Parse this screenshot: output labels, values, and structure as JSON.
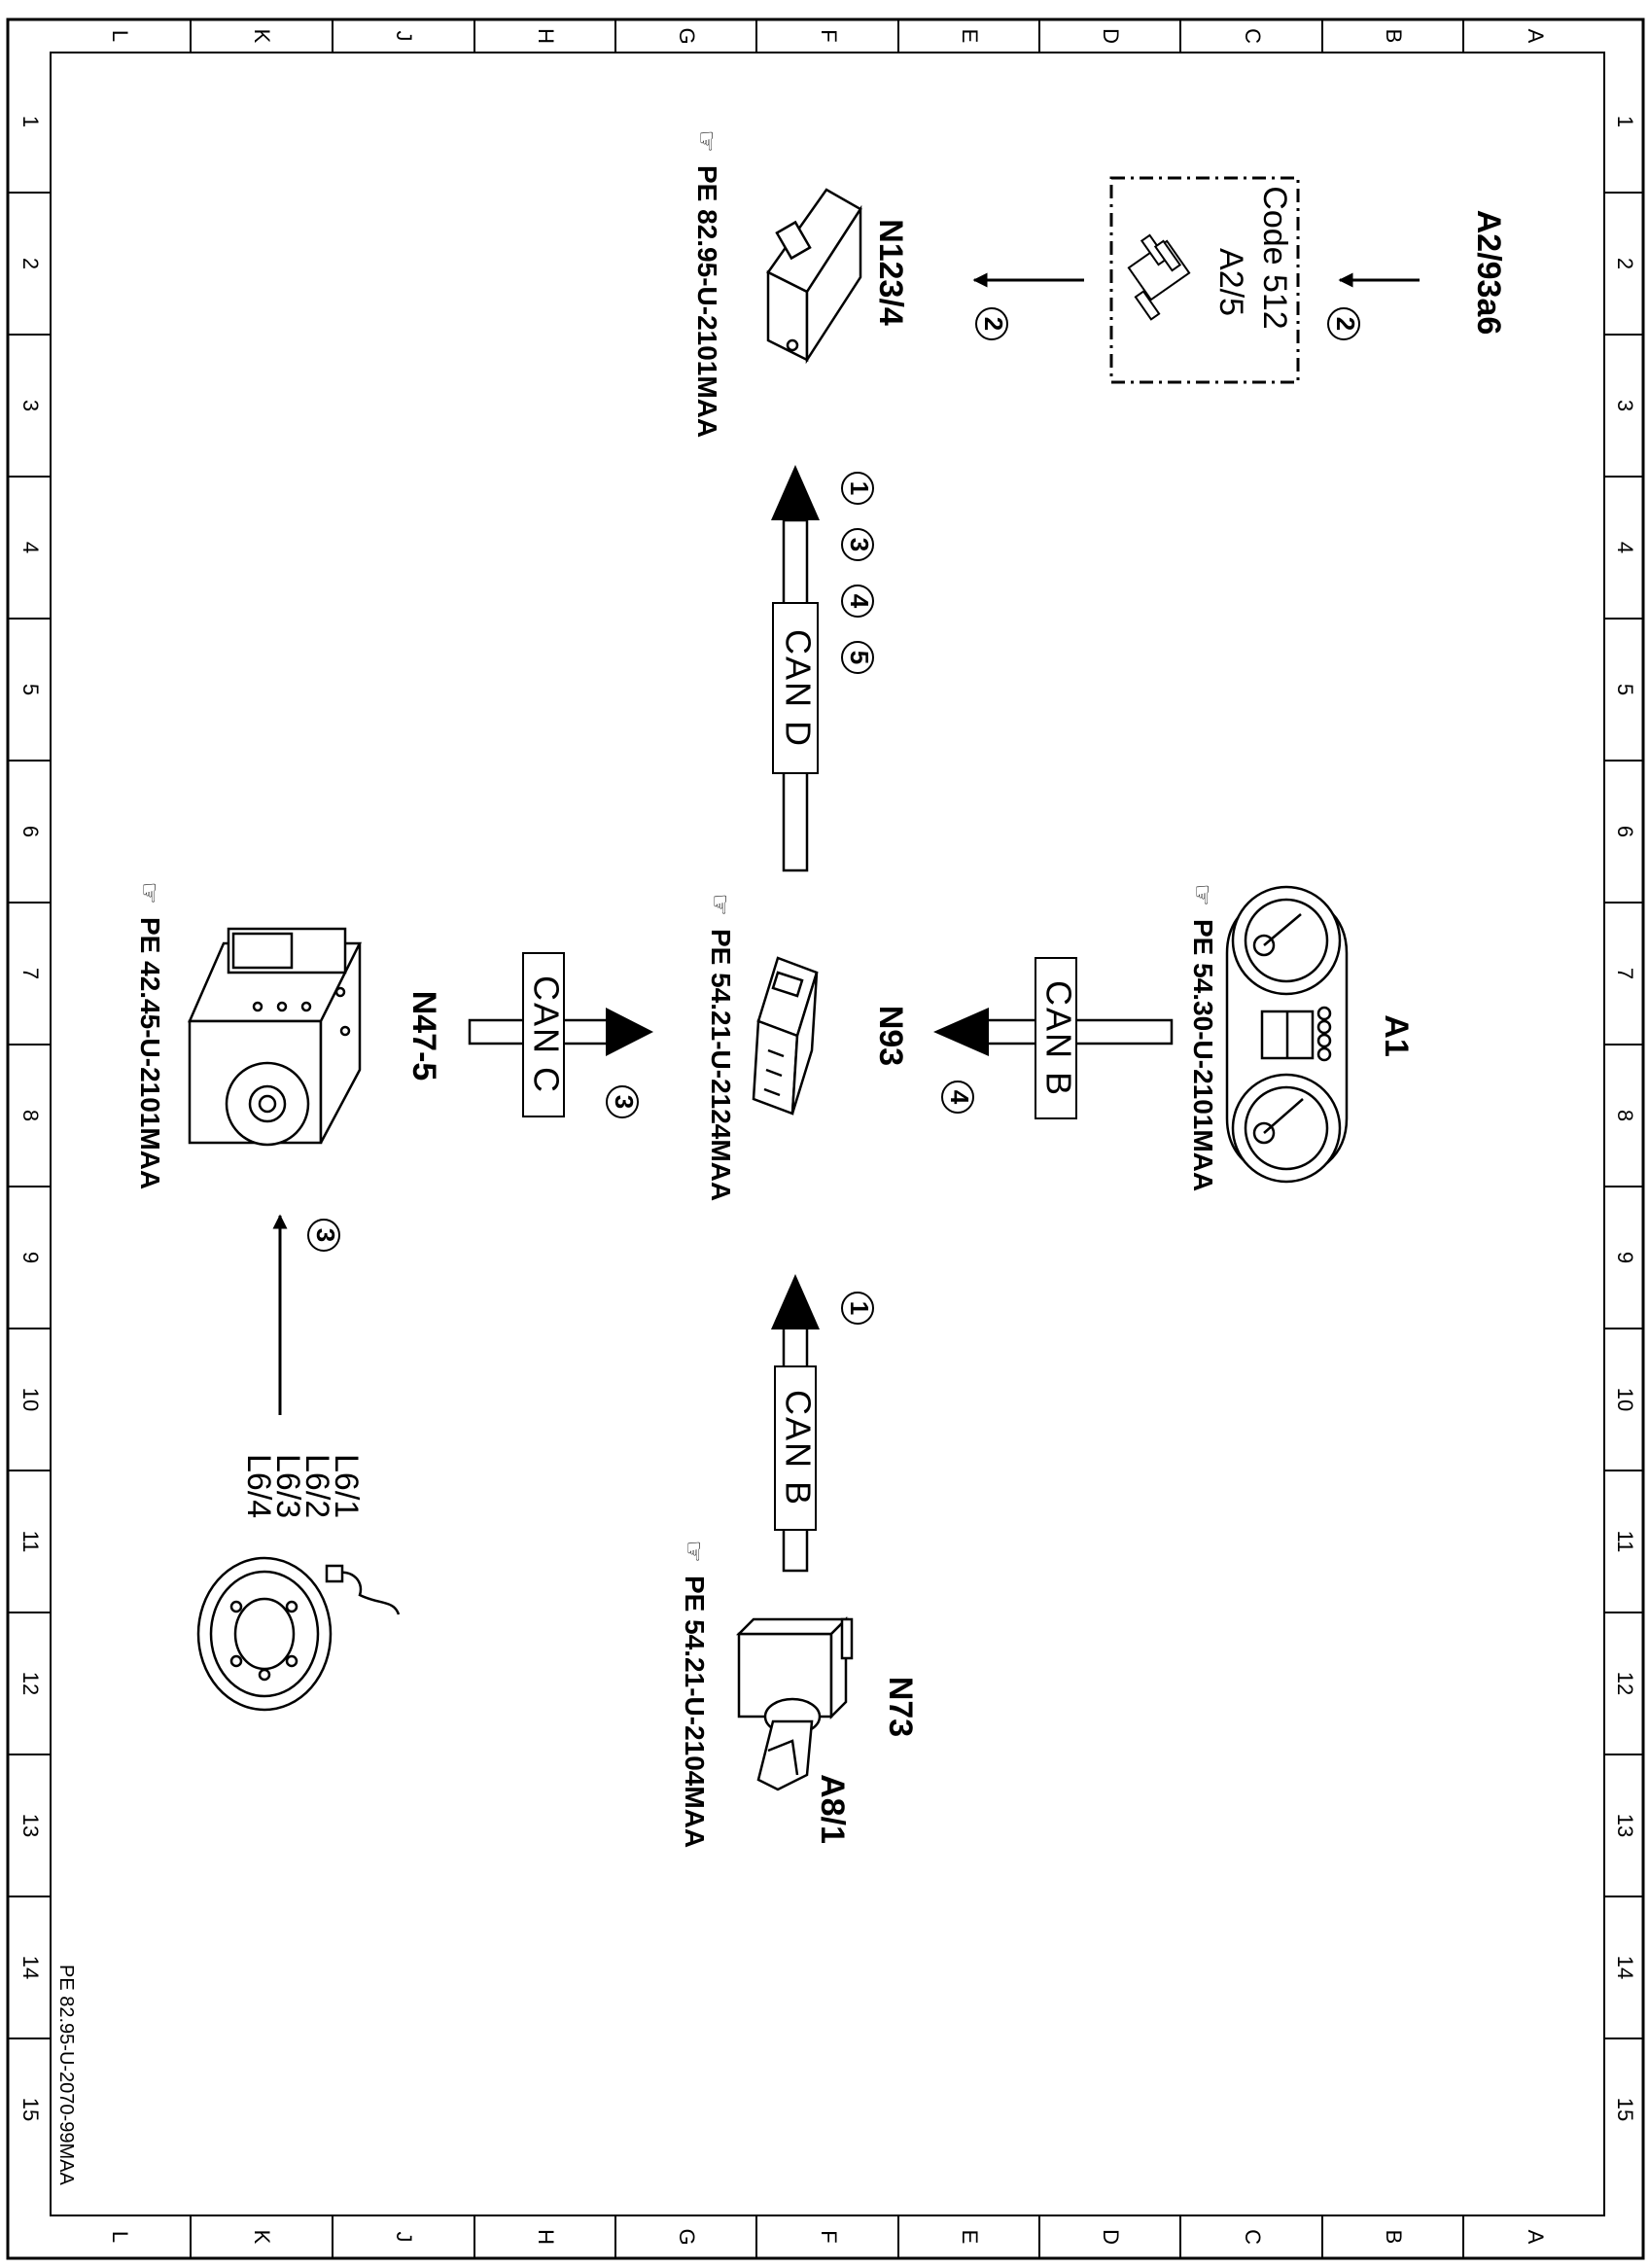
{
  "frame": {
    "top_letters": [
      "L",
      "K",
      "J",
      "H",
      "G",
      "F",
      "E",
      "D",
      "C",
      "B",
      "A"
    ],
    "bottom_letters": [
      "L",
      "K",
      "J",
      "H",
      "G",
      "F",
      "E",
      "D",
      "C",
      "B",
      "A"
    ],
    "numbers": [
      "1",
      "2",
      "3",
      "4",
      "5",
      "6",
      "7",
      "8",
      "9",
      "10",
      "11",
      "12",
      "13",
      "14",
      "15"
    ]
  },
  "components": {
    "a2_93a6": "A2/93a6",
    "code_512": "Code 512",
    "a2_5": "A2/5",
    "n123_4": "N123/4",
    "a1": "A1",
    "n93": "N93",
    "n47_5": "N47-5",
    "n73": "N73",
    "a8_1": "A8/1",
    "l6_1": "L6/1",
    "l6_2": "L6/2",
    "l6_3": "L6/3",
    "l6_4": "L6/4"
  },
  "references": {
    "n123_4": "PE 82.95-U-2101MAA",
    "a1": "PE 54.30-U-2101MAA",
    "n93": "PE 54.21-U-2124MAA",
    "n47_5": "PE 42.45-U-2101MAA",
    "n73": "PE 54.21-U-2104MAA"
  },
  "buses": {
    "can_d": "CAN D",
    "can_b_a1": "CAN B",
    "can_c": "CAN C",
    "can_b_n73": "CAN B"
  },
  "badges": {
    "a2_in": "2",
    "a2_out": "2",
    "can_d_1": "1",
    "can_d_3": "3",
    "can_d_4": "4",
    "can_d_5": "5",
    "can_b_a1": "4",
    "can_c": "3",
    "l6": "3",
    "can_b_n73": "1"
  },
  "document_id": "PE 82.95-U-2070-99MAA"
}
